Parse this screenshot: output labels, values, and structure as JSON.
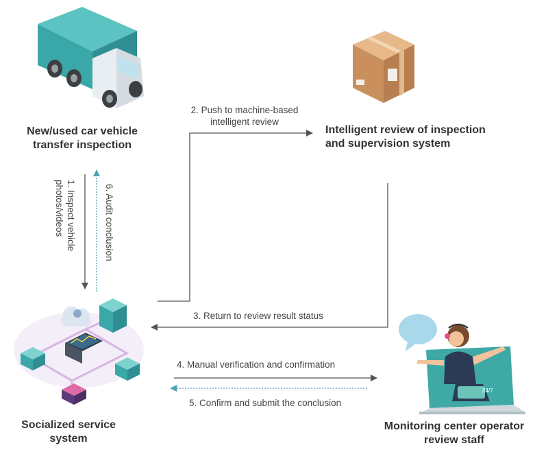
{
  "nodes": {
    "vehicle": {
      "line1": "New/used car vehicle",
      "line2": "transfer inspection",
      "icon": "truck-icon"
    },
    "intelligent": {
      "line1": "Intelligent review of inspection",
      "line2": "and supervision system",
      "icon": "package-box-icon"
    },
    "social": {
      "line1": "Socialized service",
      "line2": "system",
      "icon": "server-network-icon"
    },
    "monitor": {
      "line1": "Monitoring center operator",
      "line2": "review staff",
      "icon": "operator-laptop-icon",
      "badge": "24/7"
    }
  },
  "flows": {
    "step1": {
      "line1": "1. Inspect vehicle",
      "line2": "photos/videos"
    },
    "step2": {
      "line1": "2. Push to machine-based",
      "line2": "intelligent review"
    },
    "step3": "3. Return to review result status",
    "step4": "4. Manual verification and confirmation",
    "step5": "5. Confirm and submit the conclusion",
    "step6": "6. Audit conclusion"
  },
  "colors": {
    "solid_arrow": "#555555",
    "dashed_arrow": "#4fa3b0",
    "truck": "#3aa7a9",
    "box": "#c9905e"
  }
}
